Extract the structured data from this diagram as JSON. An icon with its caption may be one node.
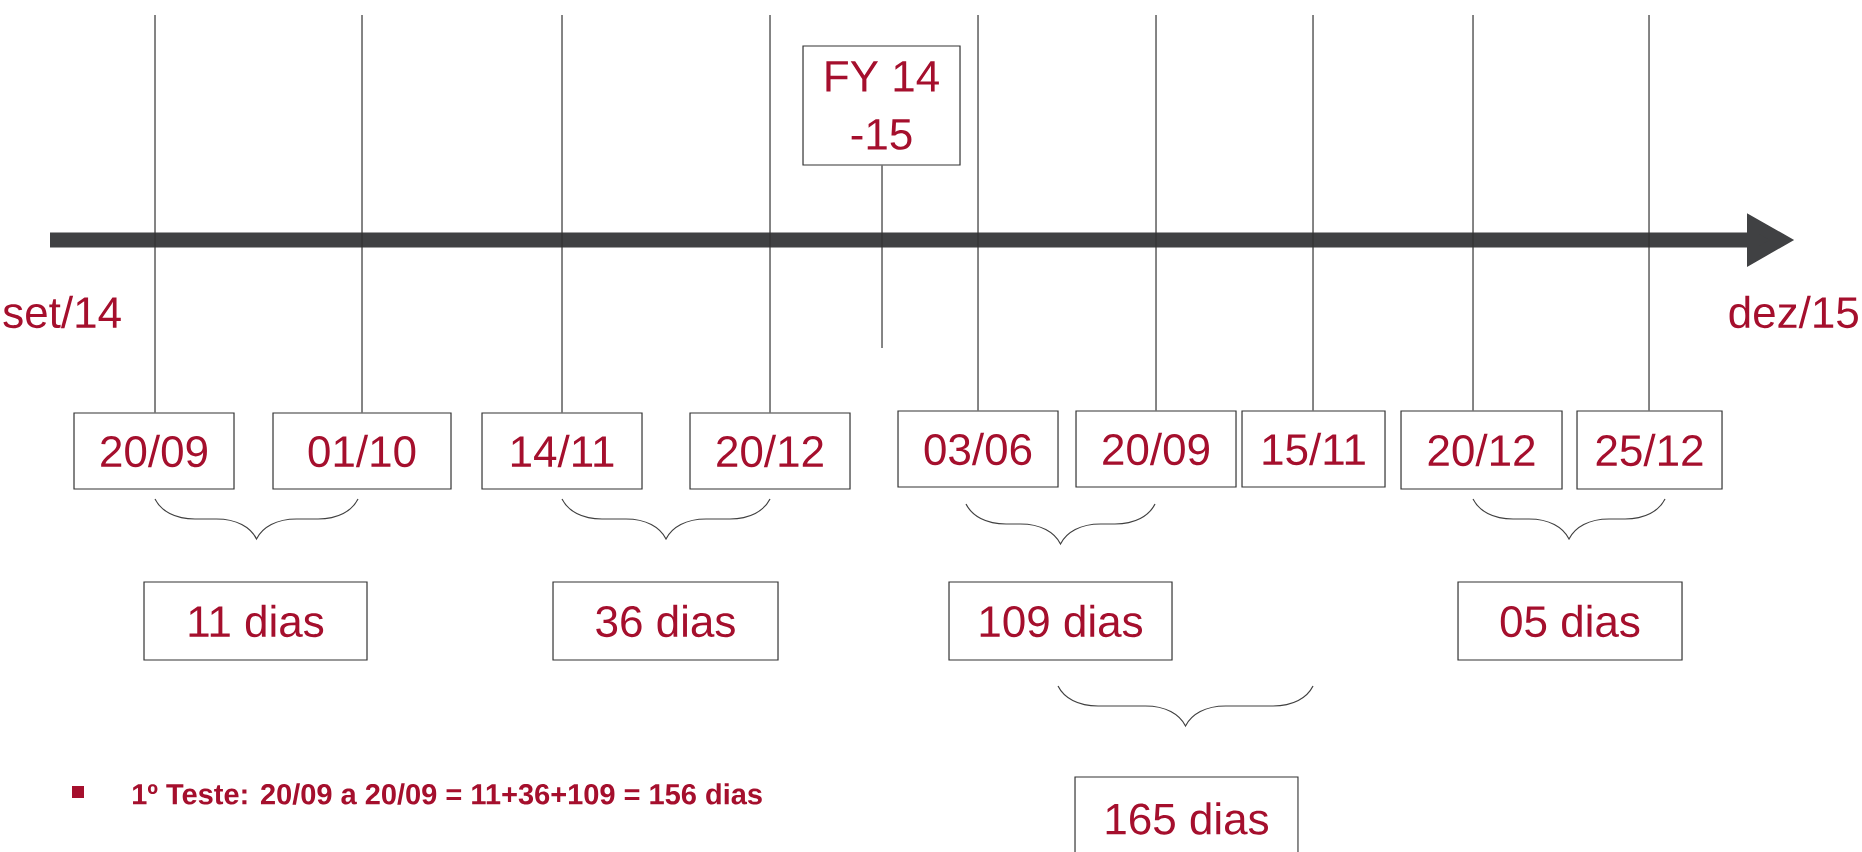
{
  "diagram": {
    "nodes": [
      {
        "text": [
          "FY 14 -15"
        ]
      },
      {
        "text": [
          "20/09"
        ]
      },
      {
        "text": [
          "01/10"
        ]
      },
      {
        "text": [
          "14/11"
        ]
      },
      {
        "text": [
          "20/12"
        ]
      },
      {
        "text": [
          "03/06"
        ]
      },
      {
        "text": [
          "20/09"
        ]
      },
      {
        "text": [
          "15/11"
        ]
      },
      {
        "text": [
          "20/12"
        ]
      },
      {
        "text": [
          "25/12"
        ]
      },
      {
        "text": [
          "11 dias"
        ]
      },
      {
        "text": [
          "36 dias"
        ]
      },
      {
        "text": [
          "109 dias"
        ]
      },
      {
        "text": [
          "05 dias"
        ]
      },
      {
        "text": [
          "165 dias"
        ]
      }
    ],
    "edges": [
      {
        "from": 0,
        "to": null,
        "arrow": "none"
      },
      {
        "from": null,
        "to": 1,
        "arrow": "none"
      },
      {
        "from": null,
        "to": 2,
        "arrow": "none"
      },
      {
        "from": null,
        "to": 3,
        "arrow": "none"
      },
      {
        "from": null,
        "to": 4,
        "arrow": "none"
      },
      {
        "from": null,
        "to": 5,
        "arrow": "none"
      },
      {
        "from": null,
        "to": 6,
        "arrow": "none"
      },
      {
        "from": null,
        "to": 7,
        "arrow": "none"
      },
      {
        "from": null,
        "to": 8,
        "arrow": "none"
      },
      {
        "from": null,
        "to": 9,
        "arrow": "none"
      }
    ],
    "labels": [
      "set/14",
      "dez/15",
      "1º Teste: 20/09 a 20/09 = 11+36+109 = 156 dias"
    ]
  }
}
